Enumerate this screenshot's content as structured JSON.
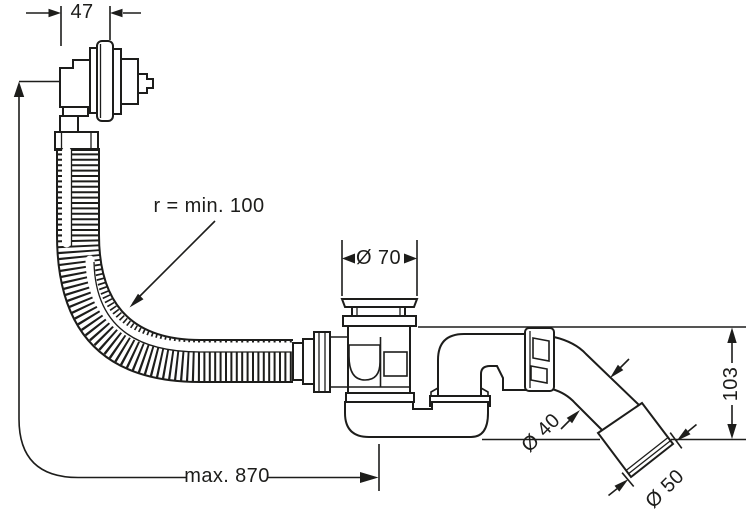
{
  "diagram": {
    "type": "technical-drawing",
    "subject": "bathtub waste and overflow set with flexible corrugated hose, side view with dimensions",
    "colors": {
      "background": "#ffffff",
      "line": "#1d1d1b",
      "text": "#1d1d1b"
    },
    "dimensions": {
      "overflow_unit_depth": "47",
      "hose_bend_radius": "r = min. 100",
      "drain_flange_diameter": "Ø 70",
      "hose_max_length": "max. 870",
      "outlet_height": "103",
      "outlet_pipe_diameter": "Ø 40",
      "outlet_socket_diameter": "Ø 50"
    }
  }
}
